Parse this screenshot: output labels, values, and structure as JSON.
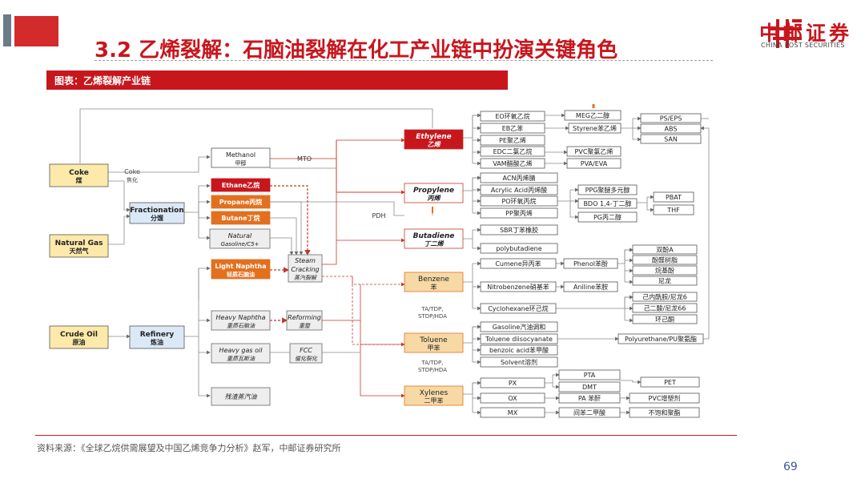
{
  "header": {
    "title": "3.2 乙烯裂解：石脑油裂解在化工产业链中扮演关键角色",
    "brand_cn": "中邮证券",
    "brand_en": "CHINA POST SECURITIES"
  },
  "banner": {
    "label": "图表：乙烯裂解产业链"
  },
  "source": "资料来源：《全球乙烷供需展望及中国乙烯竞争力分析》赵军，中邮证券研究所",
  "page_number": "69",
  "colors": {
    "brand_red": "#c8161d",
    "orange": "#e2701f",
    "dark_red": "#c0392b",
    "box_yellow": "#fde9a9",
    "box_blue": "#dbe9f6"
  },
  "diagram": {
    "feedstocks": [
      {
        "en": "Coke",
        "cn": "煤"
      },
      {
        "en": "Natural Gas",
        "cn": "天然气"
      },
      {
        "en": "Crude Oil",
        "cn": "原油"
      }
    ],
    "coke_note": {
      "en": "Coke",
      "cn": "焦化"
    },
    "processes": [
      {
        "en": "Fractionation",
        "cn": "分馏"
      },
      {
        "en": "Refinery",
        "cn": "炼油"
      }
    ],
    "methanol": {
      "en": "Methanol",
      "cn": "甲醇"
    },
    "mto": "MTO",
    "pdh": "PDH",
    "light_feeds": [
      {
        "en": "Ethane",
        "cn": "乙烷"
      },
      {
        "en": "Propane",
        "cn": "丙烷"
      },
      {
        "en": "Butane",
        "cn": "丁烷"
      }
    ],
    "gasoline": {
      "en": "Natural Gasoline/C5+"
    },
    "light_naphtha": {
      "en": "Light Naphtha",
      "cn": "轻质石脑油"
    },
    "heavy_naphtha": {
      "en": "Heavy Naphtha",
      "cn": "重质石脑油"
    },
    "heavy_gas_oil": {
      "en": "Heavy gas oil",
      "cn": "重质瓦斯油"
    },
    "residue": {
      "cn": "残渣蒸汽油"
    },
    "steam_cracking": {
      "en": "Steam Cracking",
      "cn": "蒸汽裂解"
    },
    "reforming": {
      "en": "Reforming",
      "cn": "重整"
    },
    "fcc": {
      "en": "FCC",
      "cn": "催化裂化"
    },
    "olefins": [
      {
        "en": "Ethylene",
        "cn": "乙烯"
      },
      {
        "en": "Propylene",
        "cn": "丙烯"
      },
      {
        "en": "Butadiene",
        "cn": "丁二烯"
      }
    ],
    "aromatics": [
      {
        "en": "Benzene",
        "cn": "苯"
      },
      {
        "en": "Toluene",
        "cn": "甲苯"
      },
      {
        "en": "Xylenes",
        "cn": "二甲苯"
      }
    ],
    "tdp_label_1": "TA/TDP, STDP/HDA",
    "tdp_label_2": "TA/TDP, STDP/HDA",
    "ethylene_derivs": [
      "EO环氧乙烷",
      "EB乙苯",
      "PE聚乙烯",
      "EDC二氯乙烷",
      "VAM醋酸乙烯"
    ],
    "ethylene_derivs2": [
      "MEG乙二醇",
      "Styrene苯乙烯",
      "PVC聚氯乙烯",
      "PVA/EVA"
    ],
    "styrene_derivs": [
      "PS/EPS",
      "ABS",
      "SAN"
    ],
    "propylene_derivs": [
      "ACN丙烯腈",
      "Acrylic Acid丙烯酸",
      "PO环氧丙烷",
      "PP聚丙烯"
    ],
    "po_derivs": [
      "PPG聚醚多元醇",
      "BDO 1,4-丁二醇",
      "PG丙二醇"
    ],
    "bdo_derivs": [
      "PBAT",
      "THF"
    ],
    "butadiene_derivs": [
      "SBR丁苯橡胶",
      "polybutadiene"
    ],
    "benzene_derivs": [
      "Cumene异丙苯",
      "Nitrobenzene硝基苯",
      "Cyclohexane环己烷"
    ],
    "benzene_derivs2": [
      "Phenol苯酚",
      "Aniline苯胺"
    ],
    "phenol_derivs": [
      "双酚A",
      "酚醛树脂",
      "烷基酚",
      "尼龙"
    ],
    "cyclohexane_derivs": [
      "己内酰胺/尼龙6",
      "己二酸/尼龙66",
      "环己酮"
    ],
    "toluene_derivs": [
      "Gasoline汽油调和",
      "Toluene diisocyanate",
      "benzoic acid苯甲酸",
      "Solvent溶剂"
    ],
    "polyurethane": "Polyurethane/PU聚氨酯",
    "xylene_derivs": [
      "PX",
      "OX",
      "MX"
    ],
    "px_derivs": [
      "PTA",
      "DMT"
    ],
    "xylene_derivs2": [
      "PA 苯酐",
      "间苯二甲酸"
    ],
    "pet": "PET",
    "xylene_final": [
      "PVC增塑剂",
      "不饱和聚酯"
    ]
  }
}
